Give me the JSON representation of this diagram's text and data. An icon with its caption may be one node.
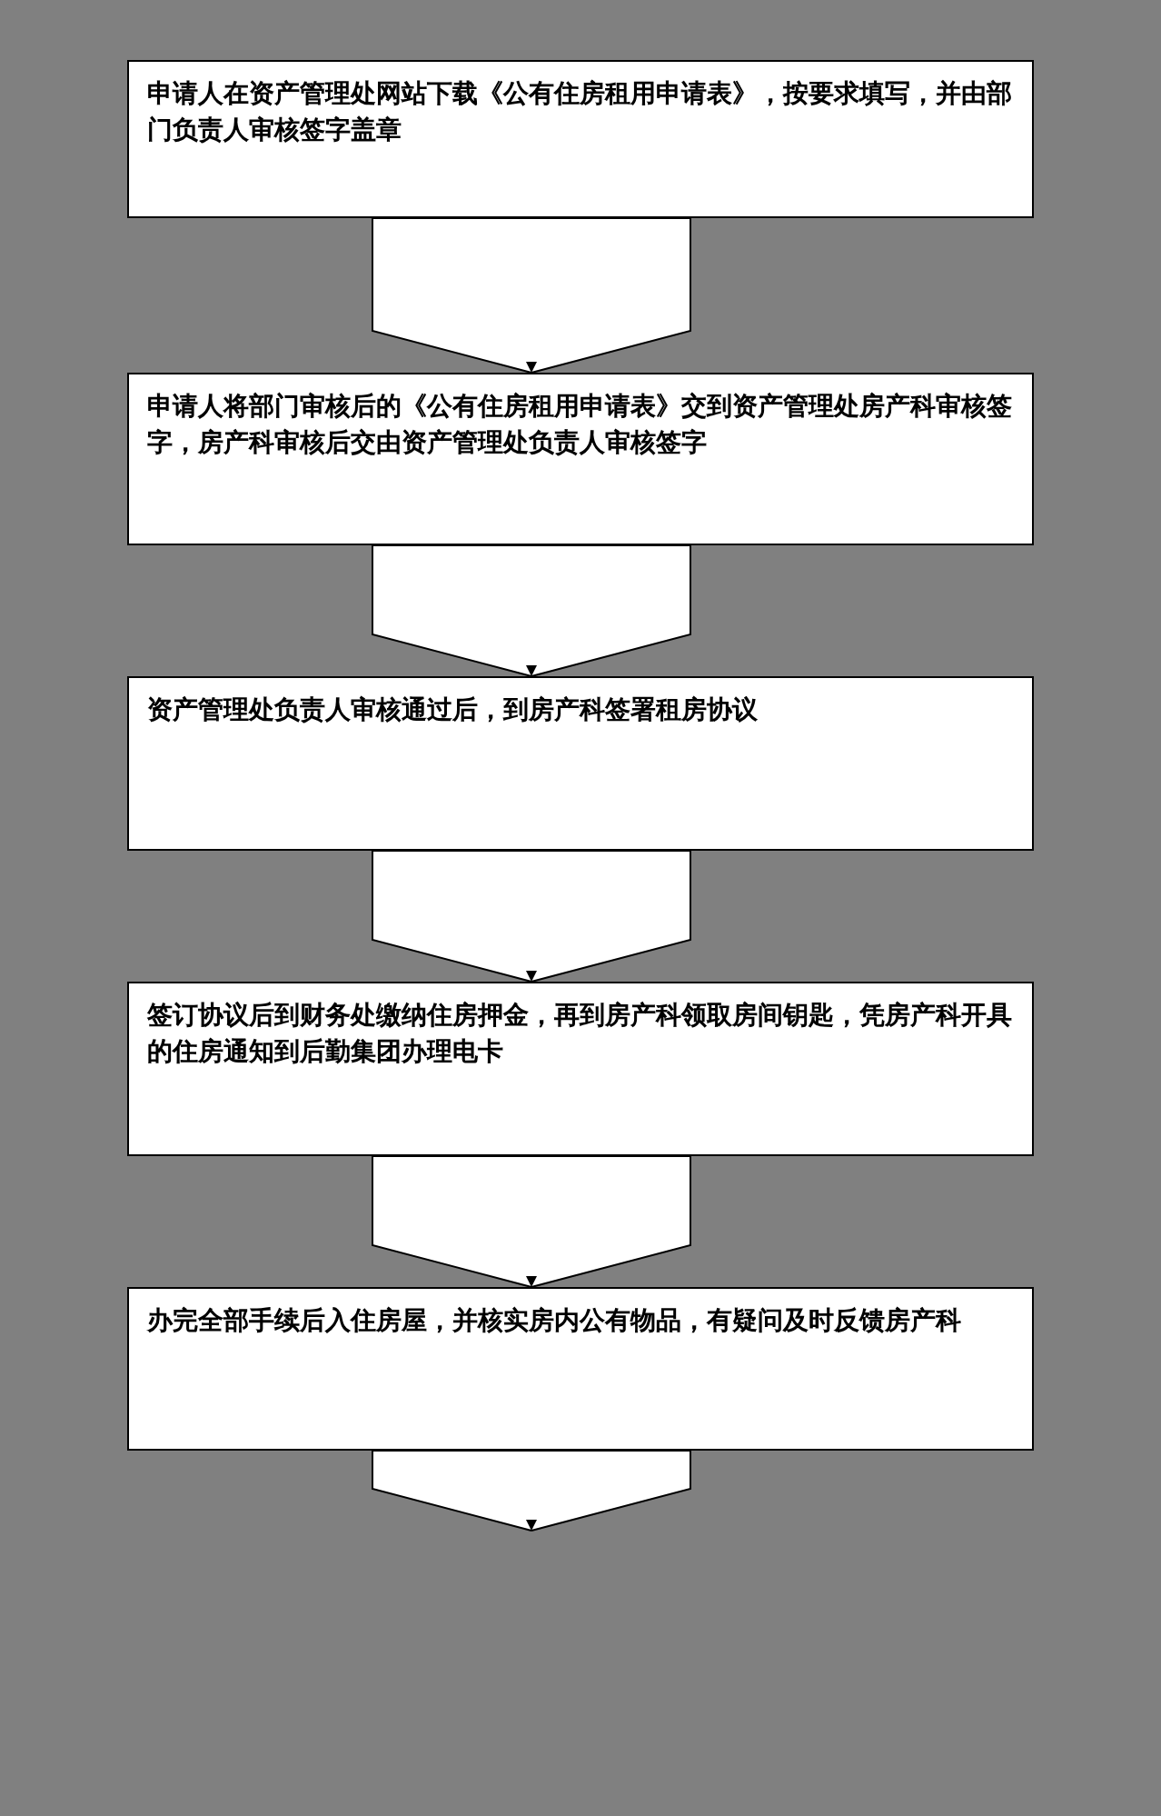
{
  "diagram": {
    "nodes": [
      {
        "text": [
          "申请人在资产管理处网站下载《公有住房租用申请表》，按要求填写，并由部门负责人审核签字盖章"
        ]
      },
      {
        "text": [
          "申请人将部门审核后的《公有住房租用申请表》交到资产管理处房产科审核签字，房产科审核后交由资产管理处负责人审核签字"
        ]
      },
      {
        "text": [
          "资产管理处负责人审核通过后，到房产科签署租房协议"
        ]
      },
      {
        "text": [
          "签订协议后到财务处缴纳住房押金，再到房产科领取房间钥匙，凭房产科开具的住房通知到后勤集团办理电卡"
        ]
      },
      {
        "text": [
          "办完全部手续后入住房屋，并核实房内公有物品，有疑问及时反馈房产科"
        ]
      }
    ],
    "edges": [
      {
        "from": 0,
        "to": 1,
        "arrow": "to"
      },
      {
        "from": 1,
        "to": 2,
        "arrow": "to"
      },
      {
        "from": 2,
        "to": 3,
        "arrow": "to"
      },
      {
        "from": 3,
        "to": 4,
        "arrow": "to"
      },
      {
        "from": 4,
        "to": null,
        "arrow": "to"
      }
    ]
  }
}
